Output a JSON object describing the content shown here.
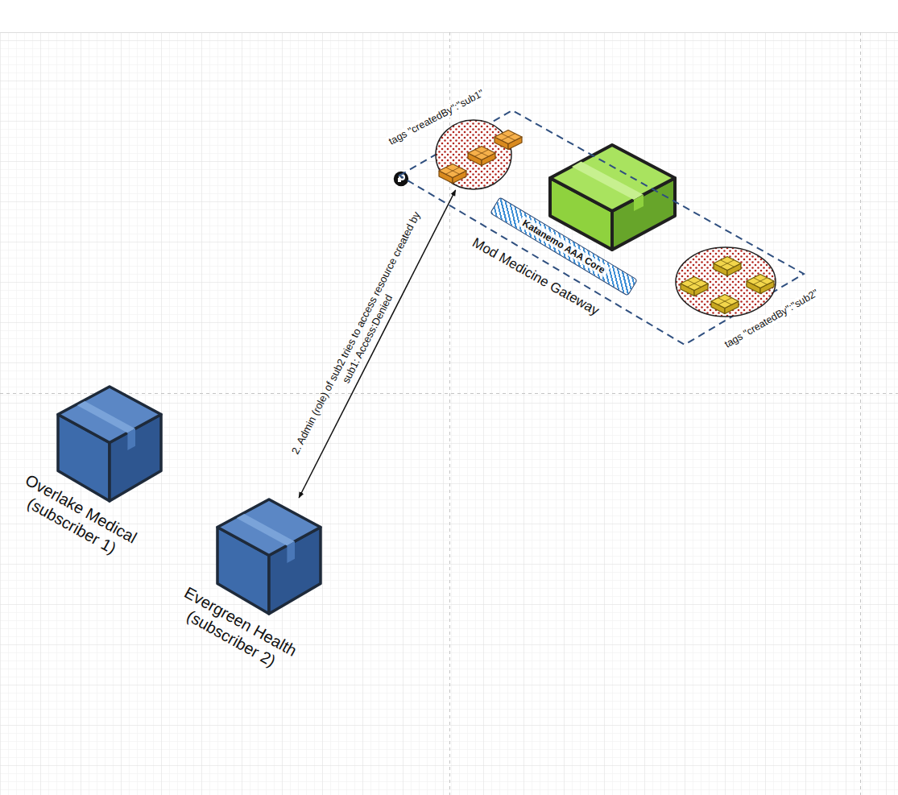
{
  "diagram": {
    "nodes": [
      {
        "text": [
          "Mod Medicine Gateway"
        ]
      },
      {
        "text": [
          "tags \"createdBy\":\"sub1\""
        ],
        "in": 0
      },
      {
        "text": [
          "Katanemo AAA Core"
        ],
        "in": 0
      },
      {
        "text": [
          "tags \"createdBy\":\"sub2\""
        ],
        "in": 0
      },
      {
        "text": [
          "Overlake Medical (subscriber 1)"
        ]
      },
      {
        "text": [
          "Evergreen Health (subscriber 2)"
        ]
      }
    ],
    "edges": [
      {
        "from": 5,
        "to": 1,
        "arrow": "both",
        "label": "2. Admin (role) of sub2 tries to access resource created by sub1: Access:Denied"
      }
    ]
  }
}
